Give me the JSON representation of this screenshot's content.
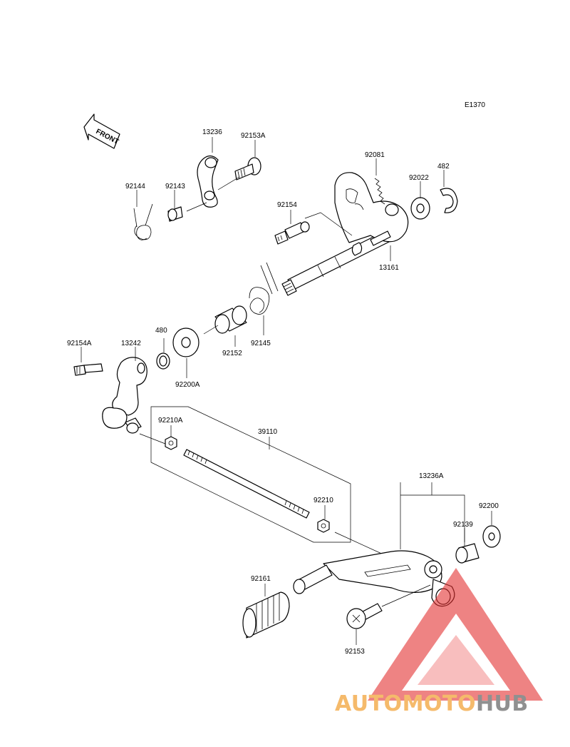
{
  "diagram": {
    "ref_code": "E1370",
    "front_arrow_text": "FRONT",
    "part_labels": {
      "p13236": "13236",
      "p92153A": "92153A",
      "p92144": "92144",
      "p92143": "92143",
      "p92081": "92081",
      "p92022": "92022",
      "p482": "482",
      "p92154": "92154",
      "p13161": "13161",
      "p92154A": "92154A",
      "p13242": "13242",
      "p480": "480",
      "p92200A": "92200A",
      "p92152": "92152",
      "p92145": "92145",
      "p92210A": "92210A",
      "p39110": "39110",
      "p92210": "92210",
      "p13236A": "13236A",
      "p92200": "92200",
      "p92139": "92139",
      "p92161": "92161",
      "p92153": "92153"
    }
  },
  "watermark": {
    "part1": "AUTOMOTO",
    "part2": "HUB",
    "color_orange": "#f2a33a",
    "color_red": "#e23030",
    "color_gray": "#6b6b6b"
  }
}
